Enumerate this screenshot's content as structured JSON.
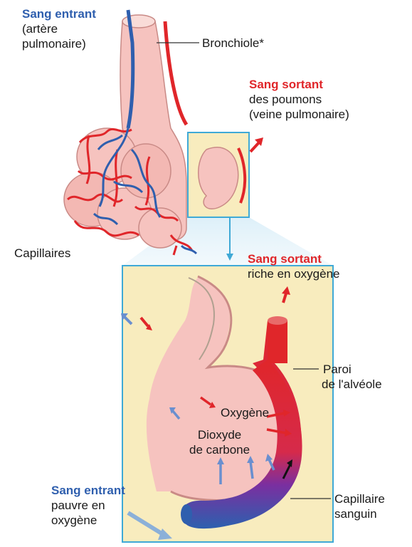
{
  "labels": {
    "sang_entrant_top": {
      "title": "Sang entrant",
      "line1": "(artère",
      "line2": "pulmonaire)"
    },
    "bronchiole": "Bronchiole*",
    "sang_sortant_top": {
      "title": "Sang sortant",
      "line1": "des poumons",
      "line2": "(veine pulmonaire)"
    },
    "capillaires": "Capillaires",
    "sang_sortant_bottom": {
      "title": "Sang sortant",
      "line1": "riche en oxygène"
    },
    "paroi": {
      "line1": "Paroi",
      "line2": "de l'alvéole"
    },
    "oxygene": "Oxygène",
    "dioxyde": {
      "line1": "Dioxyde",
      "line2": "de carbone"
    },
    "sang_entrant_bottom": {
      "title": "Sang entrant",
      "line1": "pauvre en",
      "line2": "oxygène"
    },
    "capillaire_sanguin": {
      "line1": "Capillaire",
      "line2": "sanguin"
    }
  },
  "colors": {
    "oxygenated_blood": "#e0262a",
    "deoxygenated_blood": "#2f5fae",
    "tissue": "#f6c3bf",
    "detail_background": "#f8ecbe",
    "frame": "#3fa9d6"
  }
}
